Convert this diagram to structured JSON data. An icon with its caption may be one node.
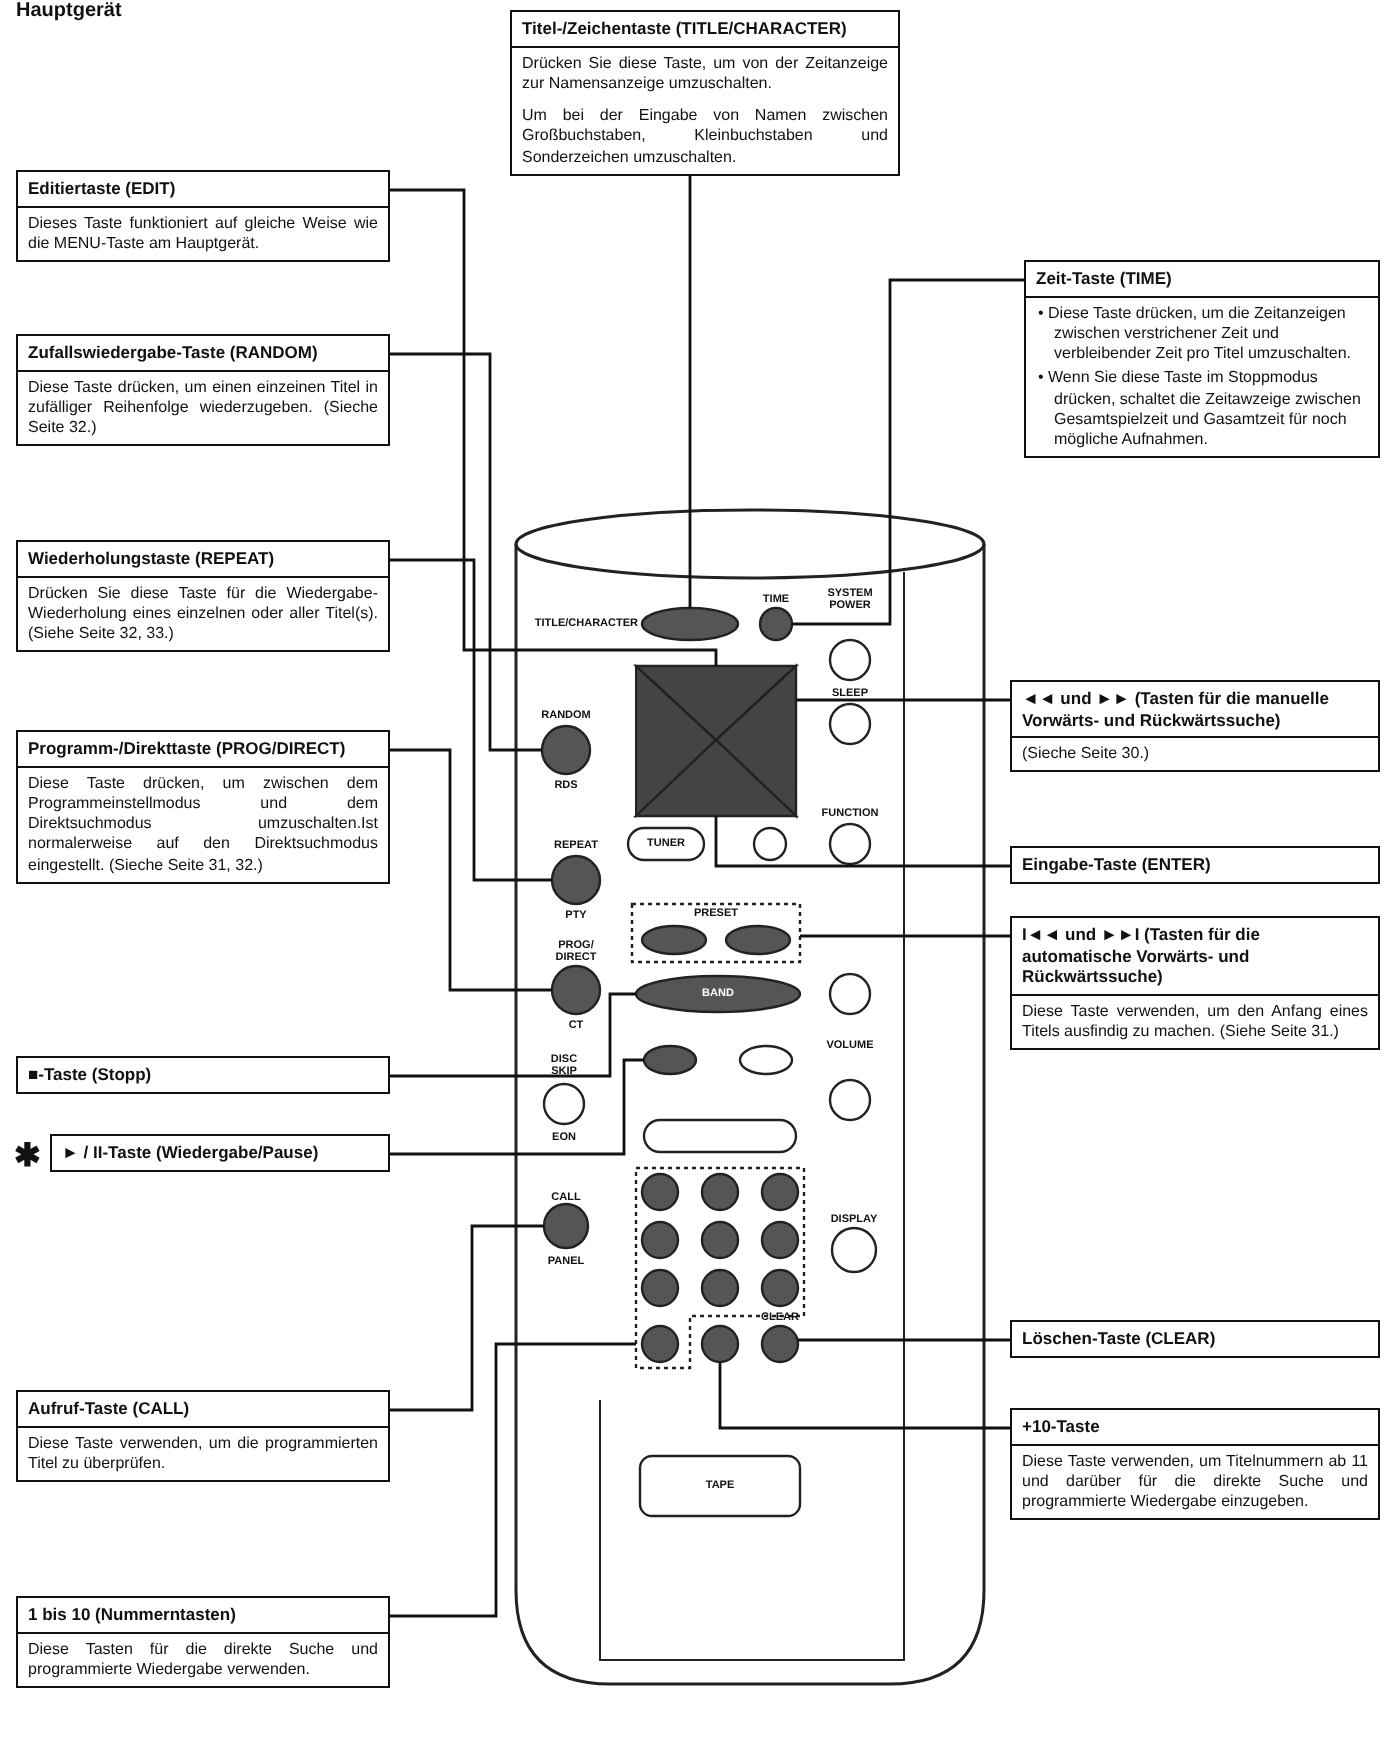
{
  "diagram": {
    "nodes": [
      {
        "text": [
          "Titel-/Zeichentaste (TITLE/CHARACTER)",
          "Drücken Sie diese Taste, um von der Zeitanzeige zur Namensanzeige umzuschalten.",
          "Um bei der Eingabe von Namen zwischen Großbuchstaben, Kleinbuchstaben und Sonderzeichen umzuschalten."
        ]
      },
      {
        "text": [
          "Editiertaste (EDIT)",
          "Dieses Taste funktioniert auf gleiche Weise wie die MENU-Taste am Hauptgerät."
        ]
      },
      {
        "text": [
          "Zufallswiedergabe-Taste (RANDOM)",
          "Diese Taste drücken, um einen einzeinen Titel in zufälliger Reihenfolge wiederzugeben. (Sieche Seite 32.)"
        ]
      },
      {
        "text": [
          "Wiederholungstaste (REPEAT)",
          "Drücken Sie diese Taste für die Wiedergabe-Wiederholung eines einzelnen oder aller Titel(s). (Siehe Seite 32, 33.)"
        ]
      },
      {
        "text": [
          "Programm-/Direkttaste (PROG/DIRECT)",
          "Diese Taste drücken, um zwischen dem Programmeinstellmodus und dem Direktsuchmodus umzuschalten.Ist normalerweise auf den Direktsuchmodus eingestellt. (Sieche Seite 31, 32.)"
        ]
      },
      {
        "text": [
          "■-Taste (Stopp)"
        ]
      },
      {
        "text": [
          "► / II-Taste (Wiedergabe/Pause)"
        ],
        "beside": [
          "✱"
        ]
      },
      {
        "text": [
          "Aufruf-Taste (CALL)",
          "Diese Taste verwenden, um die programmierten Titel zu überprüfen."
        ]
      },
      {
        "text": [
          "1 bis 10 (Nummerntasten)",
          "Diese Tasten für die direkte Suche und programmierte Wiedergabe verwenden."
        ]
      },
      {
        "text": [
          "Zeit-Taste (TIME)",
          "• Diese Taste drücken, um die Zeitanzeigen zwischen verstrichener Zeit und verbleibender Zeit pro Titel umzuschalten.",
          "• Wenn Sie diese Taste im Stoppmodus drücken, schaltet die Zeitawzeige zwischen Gesamtspielzeit und Gasamtzeit für noch mögliche Aufnahmen."
        ]
      },
      {
        "text": [
          "◄◄ und ►► (Tasten für die manuelle Vorwärts- und Rückwärtssuche)",
          "(Sieche Seite 30.)"
        ]
      },
      {
        "text": [
          "Eingabe-Taste (ENTER)"
        ]
      },
      {
        "text": [
          "I◄◄ und ►►I (Tasten für die automatische Vorwärts- und Rückwärtssuche)",
          "Diese Taste verwenden, um den Anfang eines Titels ausfindig zu machen. (Siehe Seite 31.)"
        ]
      },
      {
        "text": [
          "Löschen-Taste (CLEAR)"
        ]
      },
      {
        "text": [
          "+10-Taste",
          "Diese Taste verwenden, um Titelnummern ab 11 und darüber für die direkte Suche und programmierte Wiedergabe einzugeben."
        ]
      },
      {
        "text": [],
        "shape": "ellipse",
        "beside": [
          "TITLE/CHARACTER"
        ]
      },
      {
        "text": [],
        "shape": "circle",
        "beside": [
          "TIME"
        ]
      },
      {
        "text": [],
        "shape": "triangle"
      },
      {
        "text": [],
        "shape": "triangle"
      },
      {
        "text": [],
        "shape": "circle",
        "beside": [
          "RANDOM",
          "RDS"
        ]
      },
      {
        "text": [],
        "shape": "triangle"
      },
      {
        "text": [],
        "shape": "circle",
        "beside": [
          "REPEAT",
          "PTY"
        ]
      },
      {
        "text": [
          "PRESET"
        ]
      },
      {
        "text": [],
        "shape": "circle",
        "beside": [
          "PROG/ DIRECT",
          "CT"
        ]
      },
      {
        "text": [
          "BAND"
        ]
      },
      {
        "text": [],
        "shape": "ellipse"
      },
      {
        "text": [],
        "shape": "box"
      },
      {
        "text": [],
        "shape": "circle",
        "beside": [
          "CALL",
          "PANEL"
        ]
      },
      {
        "text": [],
        "shape": "circle"
      },
      {
        "text": [],
        "shape": "circle",
        "beside": [
          "CLEAR"
        ]
      }
    ],
    "edges": [
      {
        "from": 0,
        "to": 15,
        "arrow": "none"
      },
      {
        "from": 1,
        "to": 17,
        "arrow": "none"
      },
      {
        "from": 2,
        "to": 19,
        "arrow": "none"
      },
      {
        "from": 3,
        "to": 21,
        "arrow": "none"
      },
      {
        "from": 4,
        "to": 23,
        "arrow": "none"
      },
      {
        "from": 5,
        "to": 24,
        "arrow": "none"
      },
      {
        "from": 6,
        "to": 25,
        "arrow": "none"
      },
      {
        "from": 7,
        "to": 27,
        "arrow": "none"
      },
      {
        "from": 8,
        "to": 26,
        "arrow": "none"
      },
      {
        "from": 9,
        "to": 16,
        "arrow": "none"
      },
      {
        "from": 10,
        "to": 18,
        "arrow": "none"
      },
      {
        "from": 11,
        "to": 20,
        "arrow": "none"
      },
      {
        "from": 12,
        "to": 22,
        "arrow": "none"
      },
      {
        "from": 13,
        "to": 29,
        "arrow": "none"
      },
      {
        "from": 14,
        "to": 28,
        "arrow": "none"
      }
    ],
    "labels": [
      "Hauptgerät",
      "SYSTEM POWER",
      "SLEEP",
      "FUNCTION",
      "TUNER",
      "VOLUME",
      "DISC SKIP",
      "EON",
      "DISPLAY",
      "TAPE"
    ]
  }
}
